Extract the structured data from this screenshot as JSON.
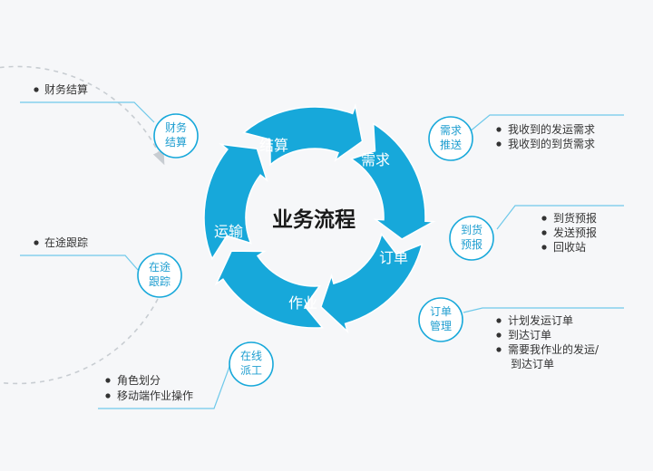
{
  "center_title": "业务流程",
  "colors": {
    "accent": "#17a8da",
    "accent_dark": "#0e8fc2",
    "ring_dash": "#c8cdd2",
    "leader": "#6fc9ea",
    "text": "#333333"
  },
  "cycle_segments": [
    "结算",
    "需求",
    "订单",
    "作业",
    "运输"
  ],
  "nodes": [
    {
      "id": "finance",
      "lines": [
        "财务",
        "结算"
      ],
      "details": [
        "财务结算"
      ]
    },
    {
      "id": "demand",
      "lines": [
        "需求",
        "推送"
      ],
      "details": [
        "我收到的发运需求",
        "我收到的到货需求"
      ]
    },
    {
      "id": "arrival",
      "lines": [
        "到货",
        "预报"
      ],
      "details": [
        "到货预报",
        "发送预报",
        "回收站"
      ]
    },
    {
      "id": "order",
      "lines": [
        "订单",
        "管理"
      ],
      "details": [
        "计划发运订单",
        "到达订单",
        "需要我作业的发运/",
        "到达订单"
      ]
    },
    {
      "id": "dispatch",
      "lines": [
        "在线",
        "派工"
      ],
      "details": [
        "角色划分",
        "移动端作业操作"
      ]
    },
    {
      "id": "tracking",
      "lines": [
        "在途",
        "跟踪"
      ],
      "details": [
        "在途跟踪"
      ]
    }
  ]
}
